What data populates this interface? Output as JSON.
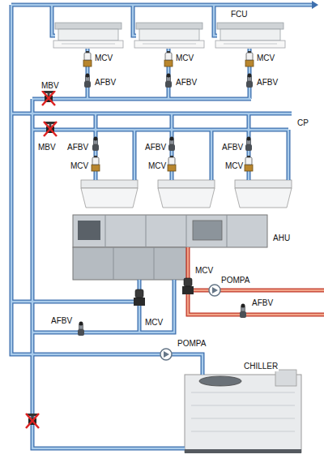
{
  "diagram": {
    "labels": [
      "FCU",
      "MCV",
      "MCV",
      "MCV",
      "MBV",
      "AFBV",
      "AFBV",
      "AFBV",
      "CP",
      "AFBV",
      "AFBV",
      "AFBV",
      "MBV",
      "MCV",
      "MCV",
      "MCV",
      "AHU",
      "MCV",
      "POMPA",
      "AFBV",
      "AFBV",
      "MCV",
      "POMPA",
      "CHILLER"
    ]
  }
}
